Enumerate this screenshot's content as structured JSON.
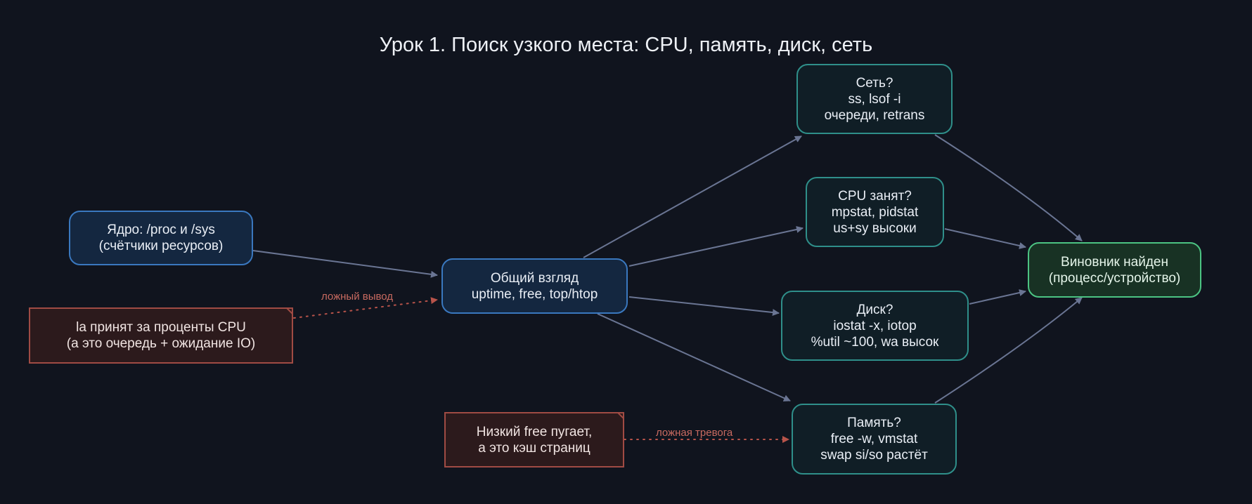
{
  "title": "Урок 1. Поиск узкого места: CPU, память, диск, сеть",
  "colors": {
    "background": "#10141e",
    "edge": "#6a7593",
    "note_edge": "#b8534a",
    "blue_border": "#3a78bf",
    "teal_border": "#2f8f8a",
    "green_border": "#4cc483"
  },
  "nodes": {
    "kernel": {
      "lines": [
        "Ядро: /proc и /sys",
        "(счётчики ресурсов)"
      ]
    },
    "overview": {
      "lines": [
        "Общий взгляд",
        "uptime, free, top/htop"
      ]
    },
    "network": {
      "lines": [
        "Сеть?",
        "ss, lsof -i",
        "очереди, retrans"
      ]
    },
    "cpu": {
      "lines": [
        "CPU занят?",
        "mpstat, pidstat",
        "us+sy высоки"
      ]
    },
    "disk": {
      "lines": [
        "Диск?",
        "iostat -x, iotop",
        "%util ~100, wa высок"
      ]
    },
    "memory": {
      "lines": [
        "Память?",
        "free -w, vmstat",
        "swap si/so растёт"
      ]
    },
    "culprit": {
      "lines": [
        "Виновник найден",
        "(процесс/устройство)"
      ]
    }
  },
  "notes": {
    "la": {
      "lines": [
        "la принят за проценты CPU",
        "(а это очередь + ожидание IO)"
      ]
    },
    "free": {
      "lines": [
        "Низкий free пугает,",
        "а это кэш страниц"
      ]
    }
  },
  "edge_labels": {
    "false_conclusion": "ложный вывод",
    "false_alarm": "ложная тревога"
  }
}
